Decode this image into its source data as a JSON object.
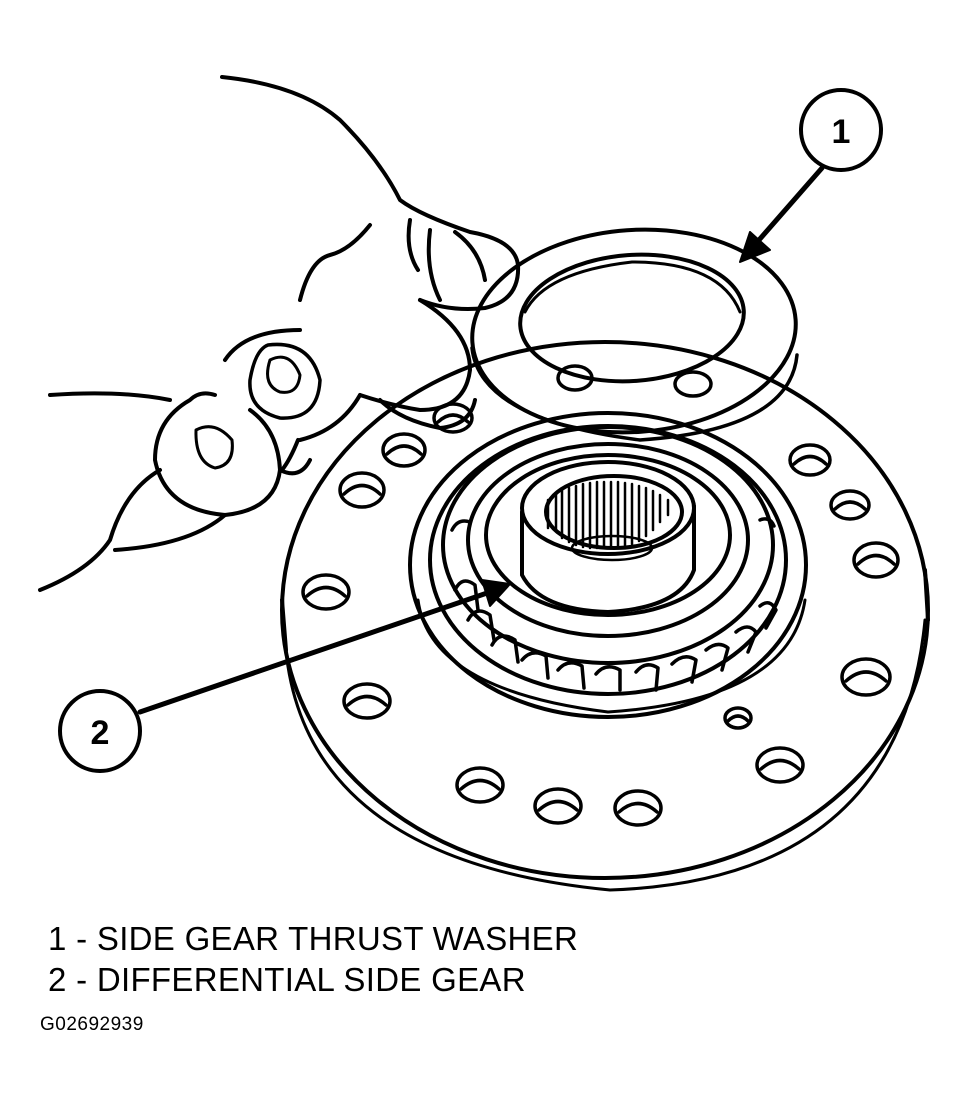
{
  "callouts": [
    {
      "number": "1",
      "label": "SIDE GEAR THRUST WASHER"
    },
    {
      "number": "2",
      "label": "DIFFERENTIAL SIDE GEAR"
    }
  ],
  "legend": [
    "1 - SIDE GEAR THRUST WASHER",
    "2 - DIFFERENTIAL SIDE GEAR"
  ],
  "figure_id": "G02692939",
  "colors": {
    "line": "#000000",
    "background": "#ffffff"
  }
}
